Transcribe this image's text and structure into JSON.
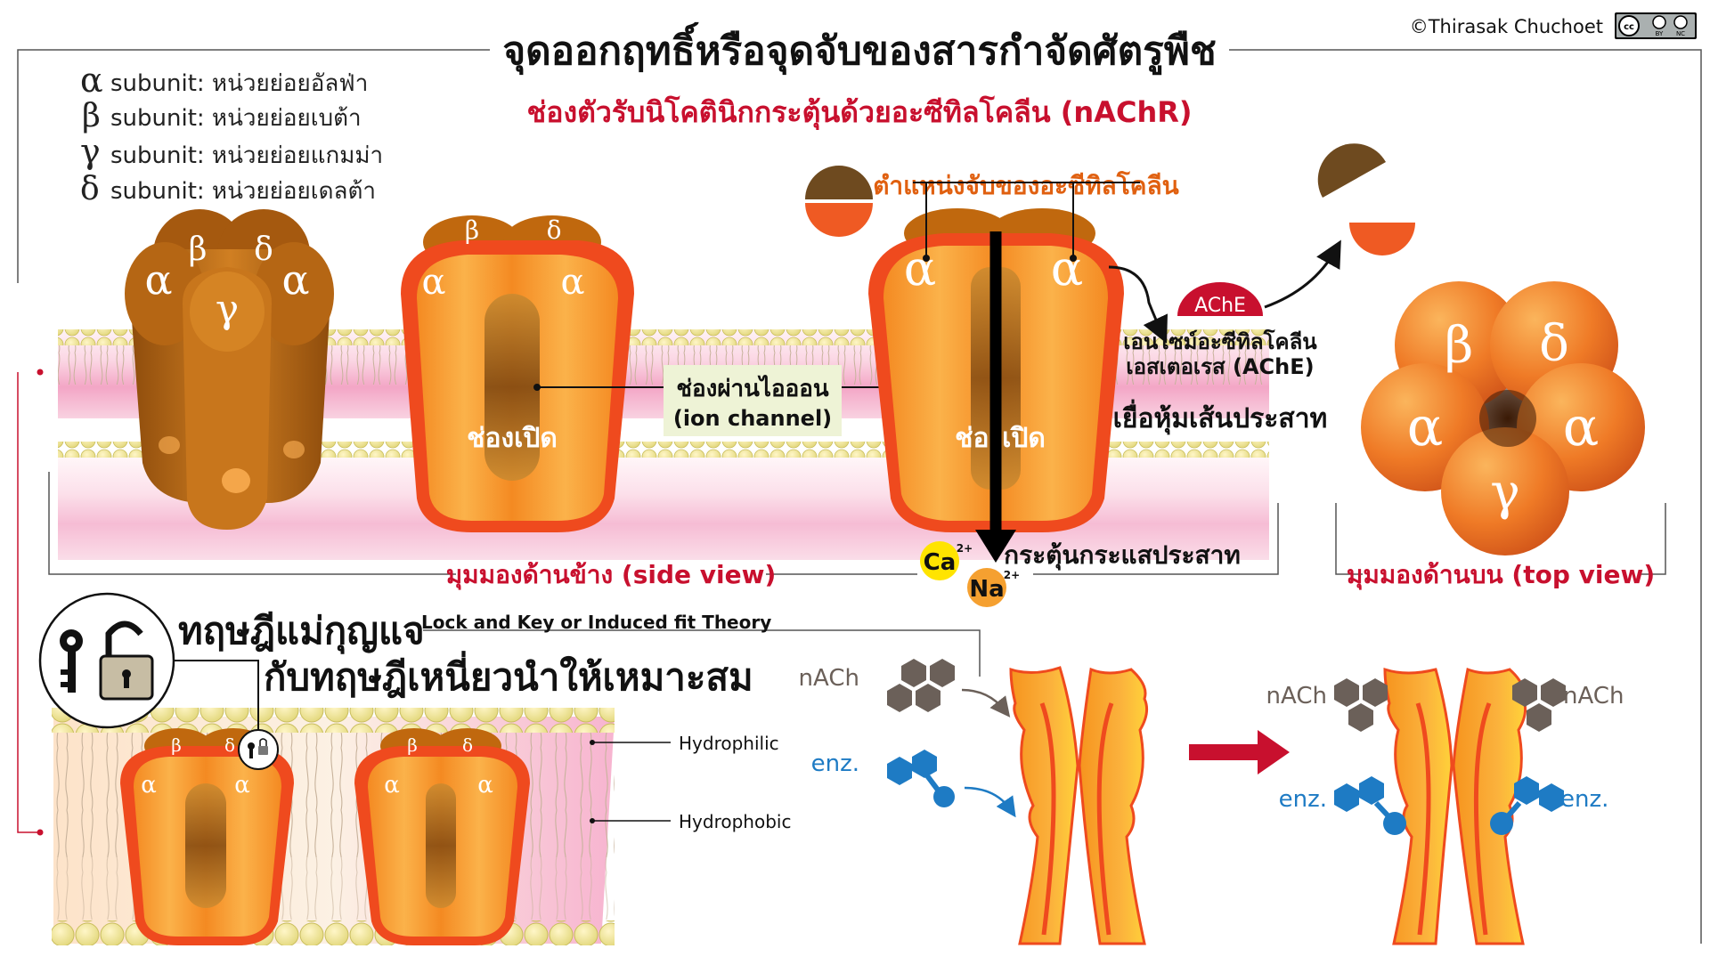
{
  "copyright": "©Thirasak Chuchoet",
  "license_badge": {
    "cc": "cc",
    "by": "BY",
    "nc": "NC"
  },
  "title": "จุดออกฤทธิ์หรือจุดจับของสารกำจัดศัตรูพืช",
  "subtitle": "ช่องตัวรับนิโคตินิกกระตุ้นด้วยอะซีทิลโคลีน (nAChR)",
  "legend": [
    {
      "symbol": "α",
      "text": "subunit: หน่วยย่อยอัลฟ่า"
    },
    {
      "symbol": "β",
      "text": "subunit: หน่วยย่อยเบต้า"
    },
    {
      "symbol": "γ",
      "text": "subunit: หน่วยย่อยแกมม่า"
    },
    {
      "symbol": "δ",
      "text": "subunit: หน่วยย่อยเดลต้า"
    }
  ],
  "subunit_symbols": {
    "alpha": "α",
    "beta": "β",
    "gamma": "γ",
    "delta": "δ"
  },
  "labels": {
    "binding_site": "ตำแหน่งจับของอะซีทิลโคลีน",
    "ion_channel_th": "ช่องผ่านไอออน",
    "ion_channel_en": "(ion channel)",
    "open_channel": "ช่องเปิด",
    "ache_badge": "AChE",
    "ache_line1": "เอนไซม์อะซีทิลโคลีน",
    "ache_line2": "เอสเตอเรส (AChE)",
    "nerve_membrane": "เยื่อหุ้มเส้นประสาท",
    "side_view": "มุมมองด้านข้าง (side view)",
    "top_view": "มุมมองด้านบน (top view)",
    "ca_ion": "Ca",
    "ca_charge": "2+",
    "na_ion": "Na",
    "na_charge": "2+",
    "stimulate": "กระตุ้นกระแสประสาท",
    "theory_line1": "ทฤษฎีแม่กุญแจ",
    "theory_line2": "กับทฤษฎีเหนี่ยวนำให้เหมาะสม",
    "theory_en": "Lock and Key or Induced fit Theory",
    "hydrophilic": "Hydrophilic",
    "hydrophobic": "Hydrophobic",
    "nach": "nACh",
    "enz": "enz."
  },
  "colors": {
    "title": "#111111",
    "subtitle": "#c8102e",
    "accent_red": "#c8102e",
    "binding_site_label": "#e06010",
    "receptor_orange": "#f5a030",
    "receptor_red_rim": "#ef4a1e",
    "receptor_brown": "#b8620f",
    "membrane_yellow": "#f2ee98",
    "membrane_pink": "#f4a8c8",
    "ache_red": "#c8102e",
    "hexagon_gray": "#6b6059",
    "enzyme_blue": "#1e7bc4",
    "ca_yellow": "#ffe400",
    "na_orange": "#f5a030"
  }
}
